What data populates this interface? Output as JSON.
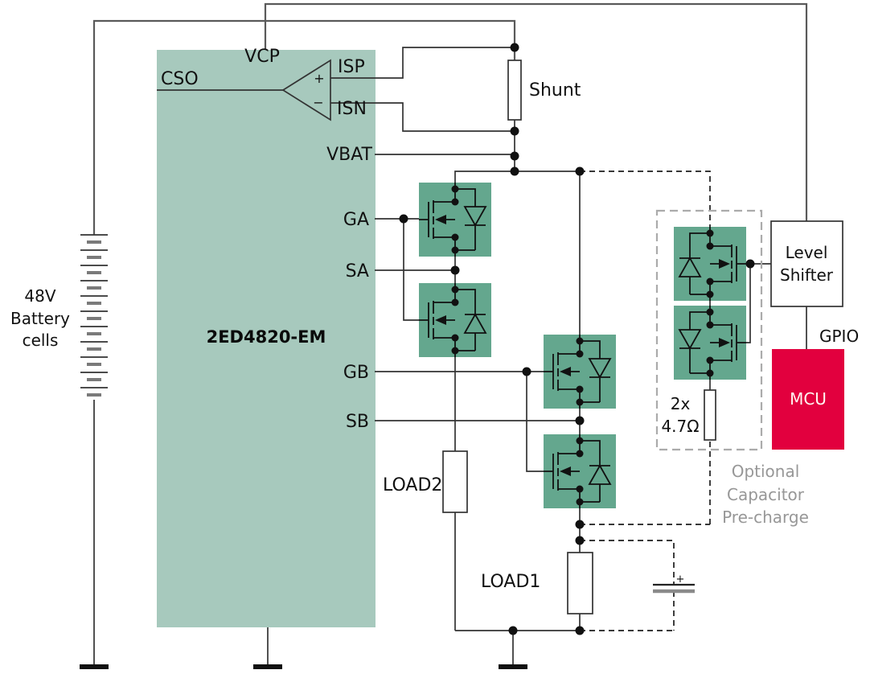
{
  "colors": {
    "controller_block": "#a7c9bd",
    "mosfet_box": "#64a78e",
    "mcu_red": "#e2003e",
    "note_gray": "#979797"
  },
  "battery": {
    "lines": [
      "48V",
      "Battery",
      "cells"
    ]
  },
  "controller": {
    "part_number": "2ED4820-EM",
    "pins": {
      "vcp": "VCP",
      "cso": "CSO",
      "isp": "ISP",
      "isn": "ISN",
      "vbat": "VBAT",
      "ga": "GA",
      "sa": "SA",
      "gb": "GB",
      "sb": "SB"
    },
    "amp_plus": "+",
    "amp_minus": "−"
  },
  "labels": {
    "shunt": "Shunt",
    "load1": "LOAD1",
    "load2": "LOAD2",
    "gpio": "GPIO"
  },
  "precharge": {
    "resistor": [
      "2x",
      "4.7Ω"
    ],
    "note": [
      "Optional",
      "Capacitor",
      "Pre-charge"
    ],
    "capacitor_plus": "+"
  },
  "level_shifter": {
    "lines": [
      "Level",
      "Shifter"
    ]
  },
  "mcu": {
    "label": "MCU"
  }
}
